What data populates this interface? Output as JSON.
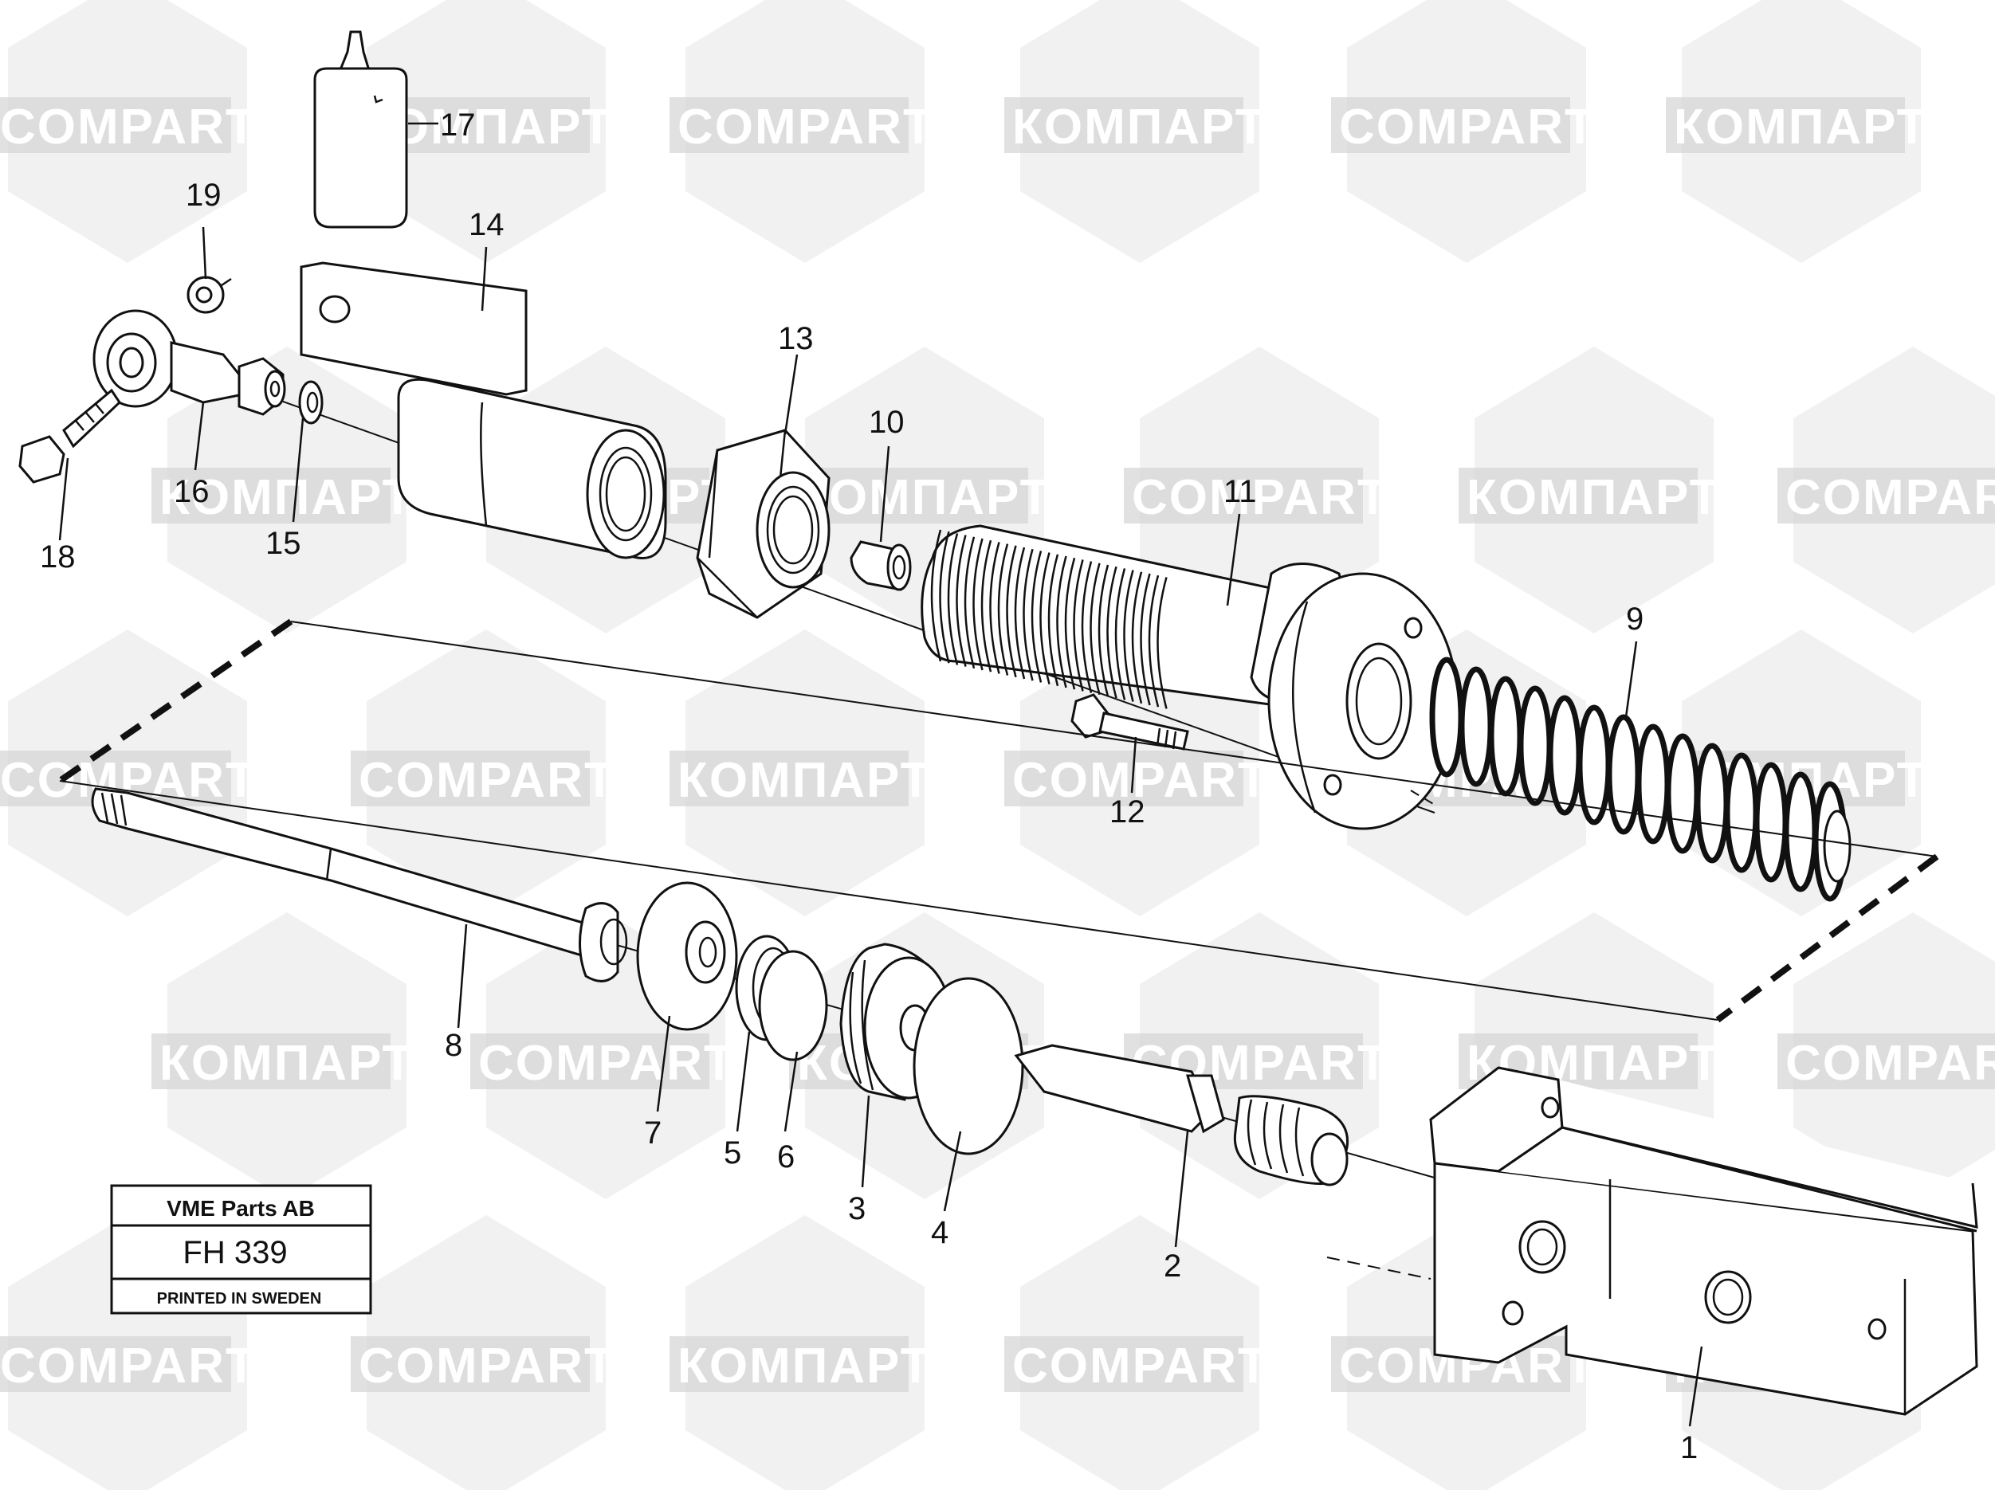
{
  "title_block": {
    "company": "VME Parts AB",
    "code": "FH 339",
    "note": "PRINTED IN SWEDEN"
  },
  "watermark": {
    "text_latin": "COMPART",
    "text_cyrillic": "КОМПАРТ",
    "color": "#e6e6e6"
  },
  "callouts": [
    "1",
    "2",
    "3",
    "4",
    "5",
    "6",
    "7",
    "8",
    "9",
    "10",
    "11",
    "12",
    "13",
    "14",
    "15",
    "16",
    "17",
    "18",
    "19"
  ]
}
